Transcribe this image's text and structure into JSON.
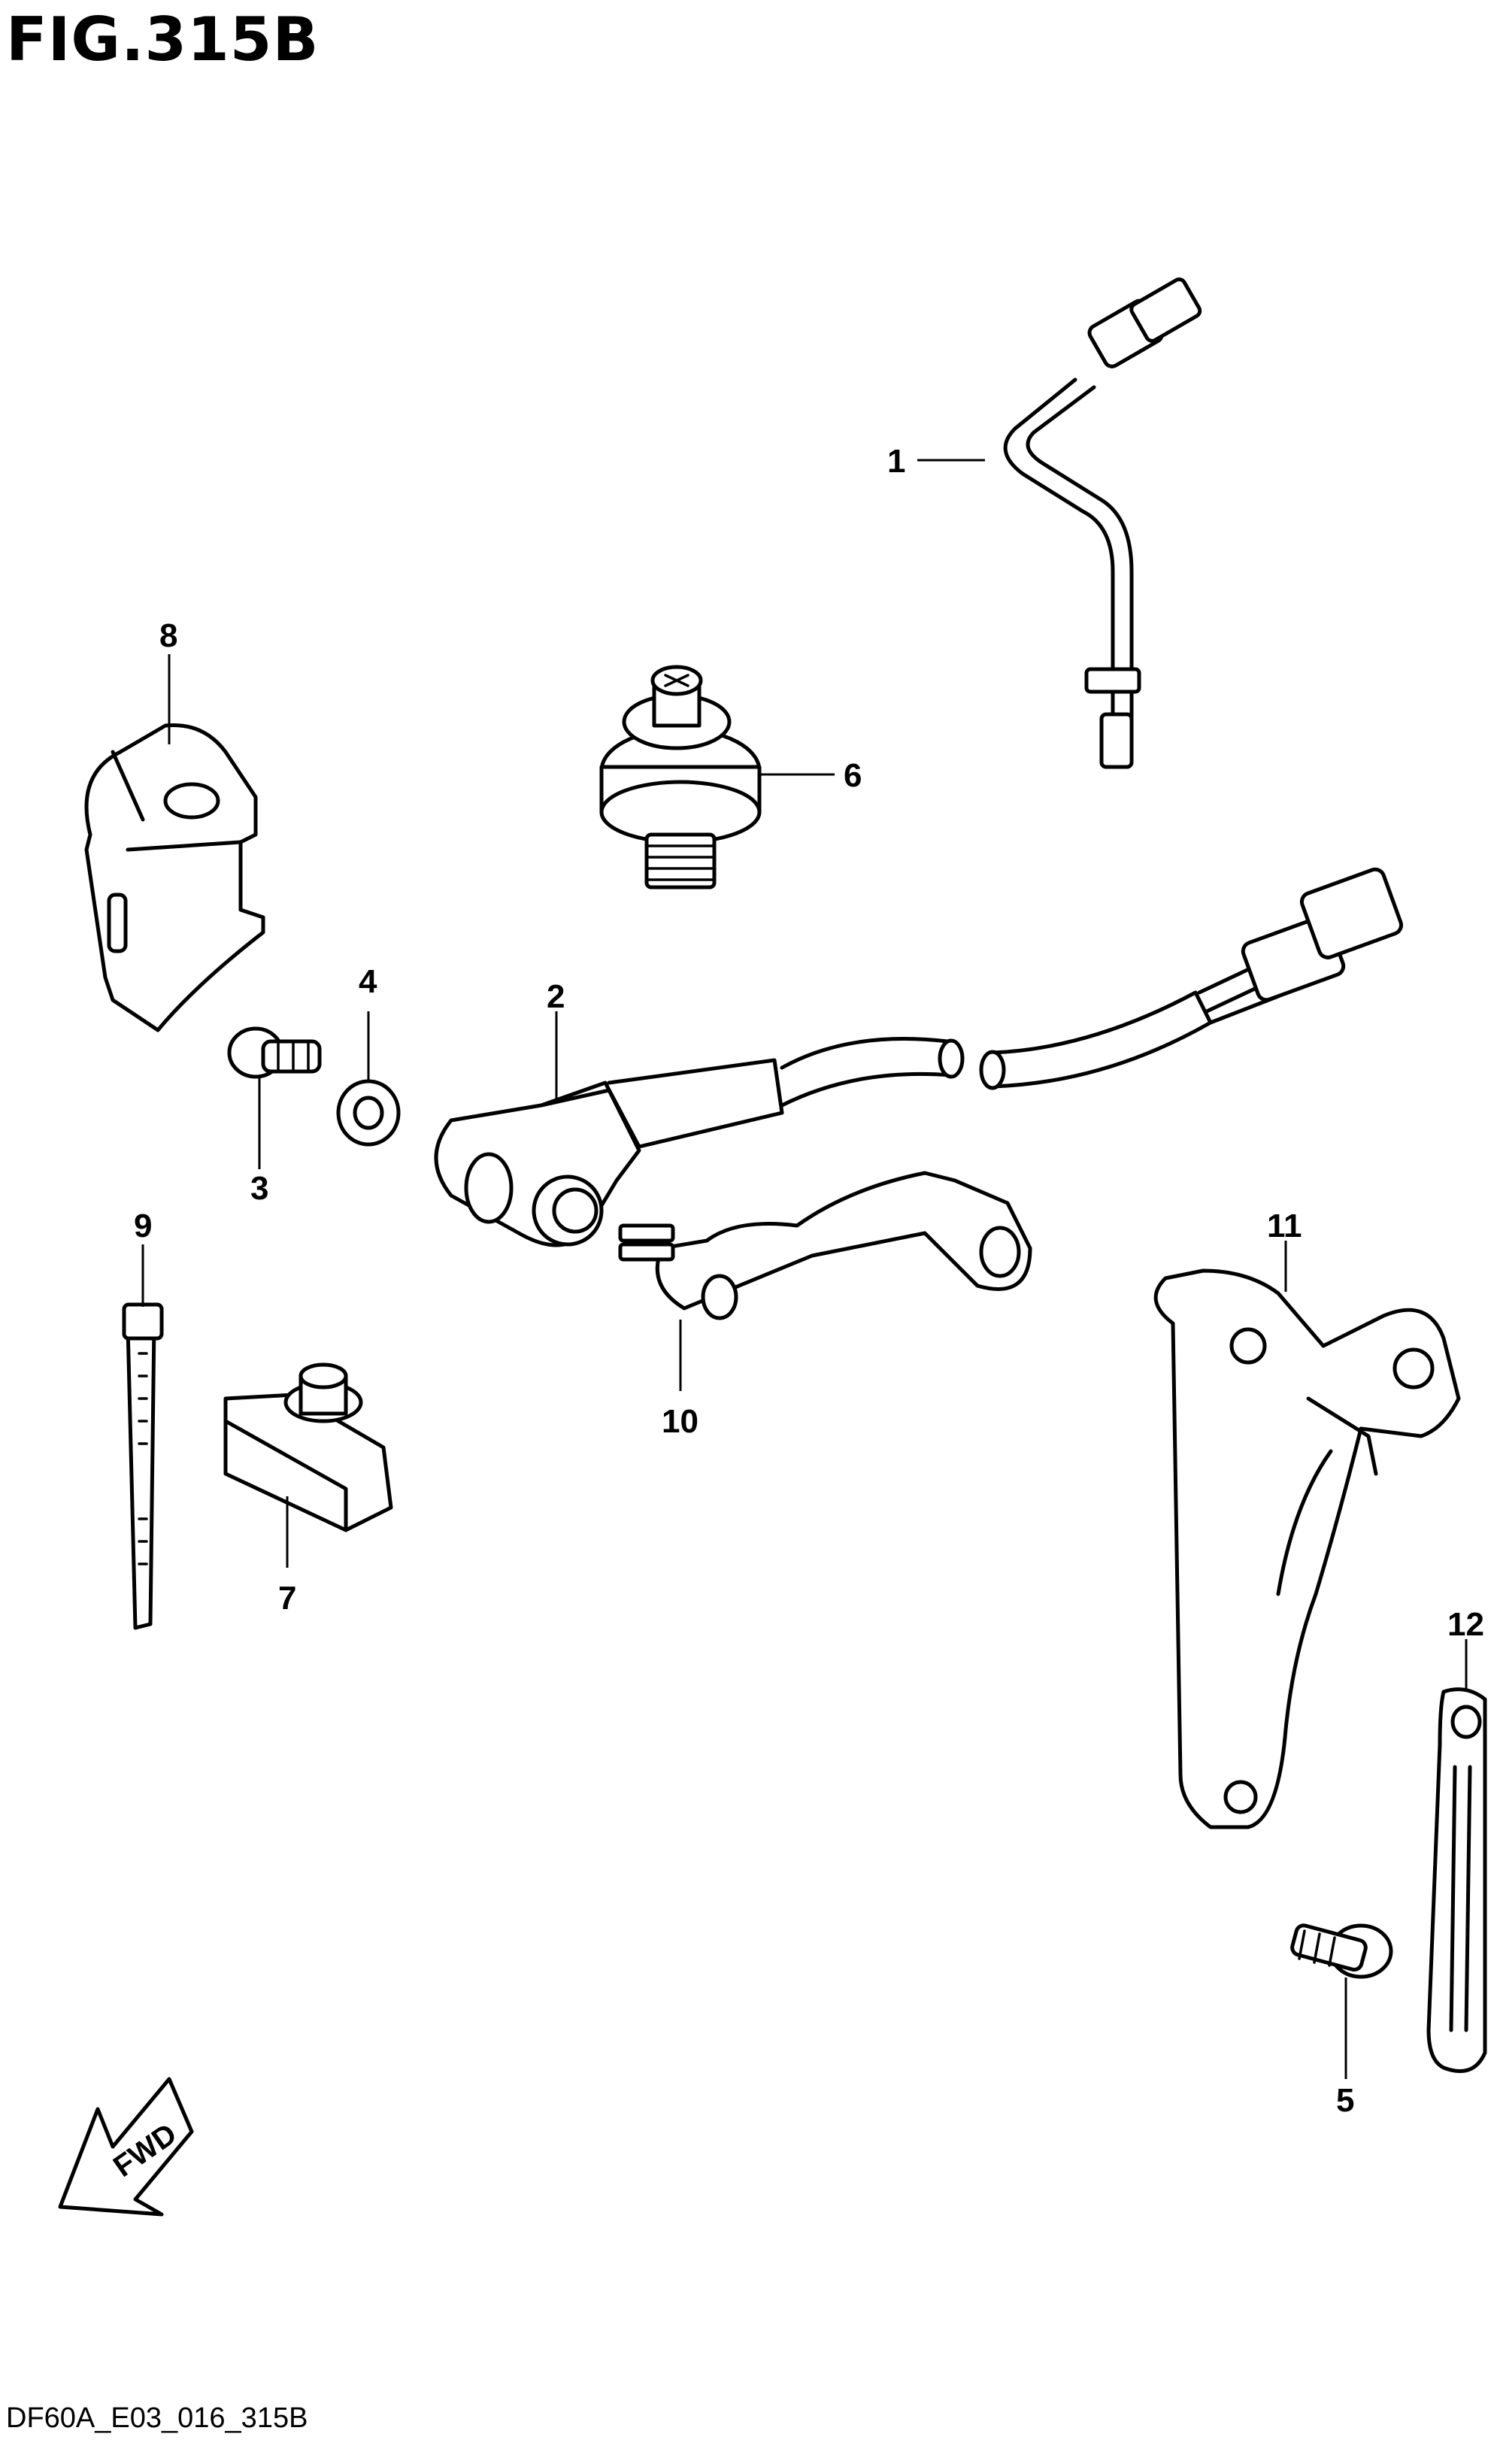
{
  "figure": {
    "title": "FIG.315B",
    "code": "DF60A_E03_016_315B",
    "direction_label": "FWD"
  },
  "callouts": {
    "c1": "1",
    "c2": "2",
    "c3": "3",
    "c4": "4",
    "c5": "5",
    "c6": "6",
    "c7": "7",
    "c8": "8",
    "c9": "9",
    "c10": "10",
    "c11": "11",
    "c12": "12"
  },
  "icons": {
    "direction": "fwd-arrow-icon"
  }
}
